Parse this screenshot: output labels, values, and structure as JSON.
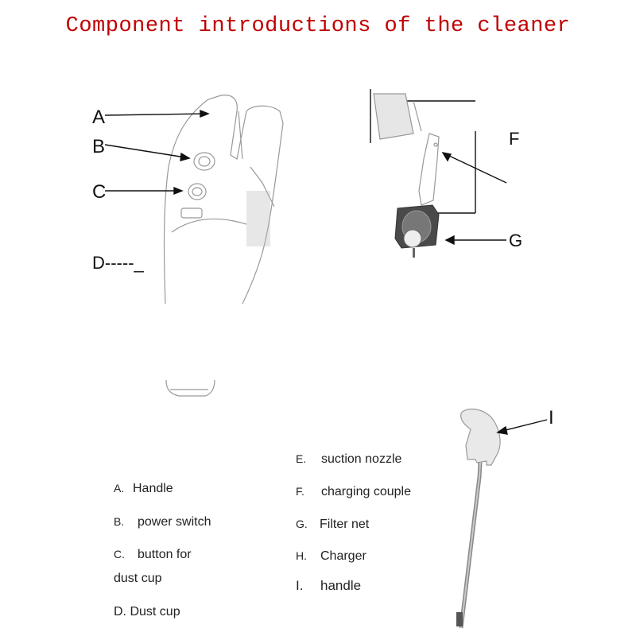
{
  "title": "Component introductions of the cleaner",
  "callouts": {
    "a": "A",
    "b": "B",
    "c": "C",
    "d": "D-----_",
    "f": "F",
    "g": "G",
    "i": "I"
  },
  "legend": [
    {
      "key": "A.",
      "text": "Handle"
    },
    {
      "key": "B.",
      "text": "power switch"
    },
    {
      "key": "C.",
      "text": "button for"
    },
    {
      "key": "",
      "text": "dust cup"
    },
    {
      "key": "",
      "text": "D. Dust cup"
    },
    {
      "key": "E.",
      "text": "suction nozzle"
    },
    {
      "key": "F.",
      "text": "charging couple"
    },
    {
      "key": "G.",
      "text": "Filter net"
    },
    {
      "key": "H.",
      "text": "Charger"
    },
    {
      "key": "I.",
      "text": "handle"
    }
  ]
}
